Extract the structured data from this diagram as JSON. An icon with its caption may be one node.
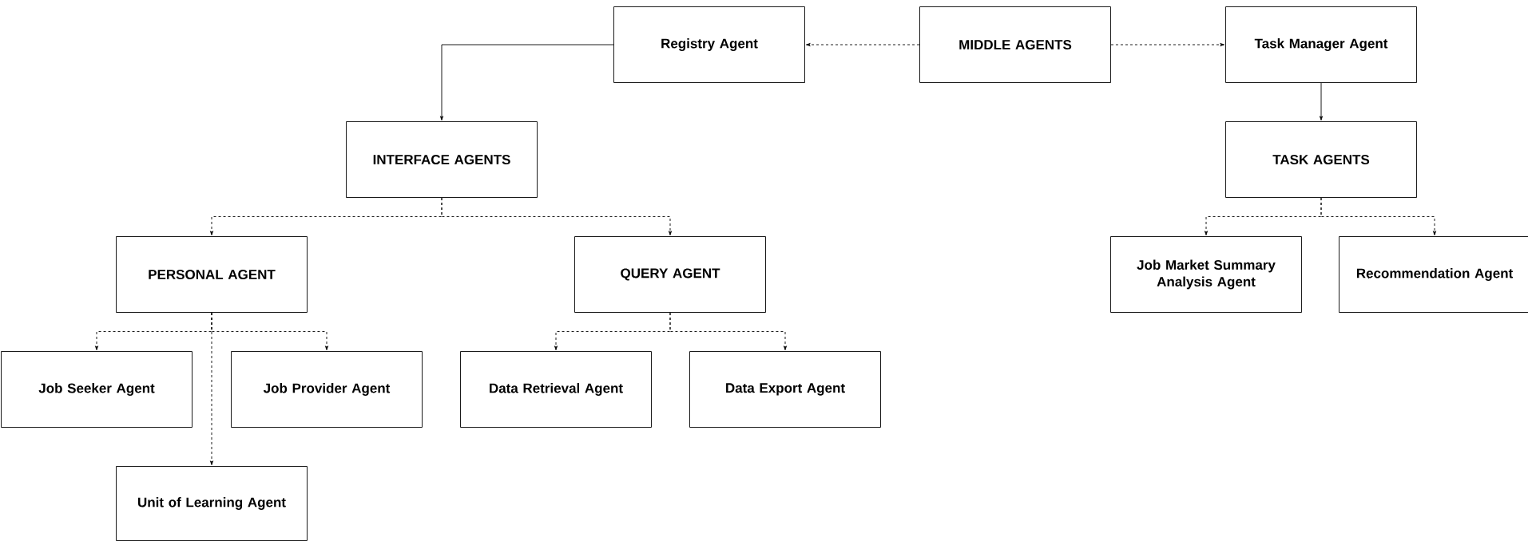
{
  "diagram": {
    "nodes": [
      {
        "text": [
          "MIDDLE AGENTS"
        ]
      },
      {
        "text": [
          "Registry Agent"
        ]
      },
      {
        "text": [
          "Task Manager Agent"
        ]
      },
      {
        "text": [
          "INTERFACE AGENTS"
        ]
      },
      {
        "text": [
          "TASK AGENTS"
        ]
      },
      {
        "text": [
          "PERSONAL AGENT"
        ]
      },
      {
        "text": [
          "QUERY AGENT"
        ]
      },
      {
        "text": [
          "Job Market Summary Analysis Agent"
        ]
      },
      {
        "text": [
          "Recommendation Agent"
        ]
      },
      {
        "text": [
          "Job Seeker Agent"
        ]
      },
      {
        "text": [
          "Job Provider Agent"
        ]
      },
      {
        "text": [
          "Data Retrieval Agent"
        ]
      },
      {
        "text": [
          "Data Export Agent"
        ]
      },
      {
        "text": [
          "Unit of Learning Agent"
        ]
      }
    ],
    "edges": [
      {
        "from": 0,
        "to": 1,
        "arrow": "to",
        "style": "dashed"
      },
      {
        "from": 0,
        "to": 2,
        "arrow": "to",
        "style": "dashed"
      },
      {
        "from": 1,
        "to": 3,
        "arrow": "to"
      },
      {
        "from": 2,
        "to": 4,
        "arrow": "to"
      },
      {
        "from": 3,
        "to": 5,
        "arrow": "to",
        "style": "dashed"
      },
      {
        "from": 3,
        "to": 6,
        "arrow": "to",
        "style": "dashed"
      },
      {
        "from": 4,
        "to": 7,
        "arrow": "to",
        "style": "dashed"
      },
      {
        "from": 4,
        "to": 8,
        "arrow": "to",
        "style": "dashed"
      },
      {
        "from": 5,
        "to": 9,
        "arrow": "to",
        "style": "dashed"
      },
      {
        "from": 5,
        "to": 10,
        "arrow": "to",
        "style": "dashed"
      },
      {
        "from": 5,
        "to": 13,
        "arrow": "to",
        "style": "dashed"
      },
      {
        "from": 6,
        "to": 11,
        "arrow": "to",
        "style": "dashed"
      },
      {
        "from": 6,
        "to": 12,
        "arrow": "to",
        "style": "dashed"
      }
    ]
  }
}
